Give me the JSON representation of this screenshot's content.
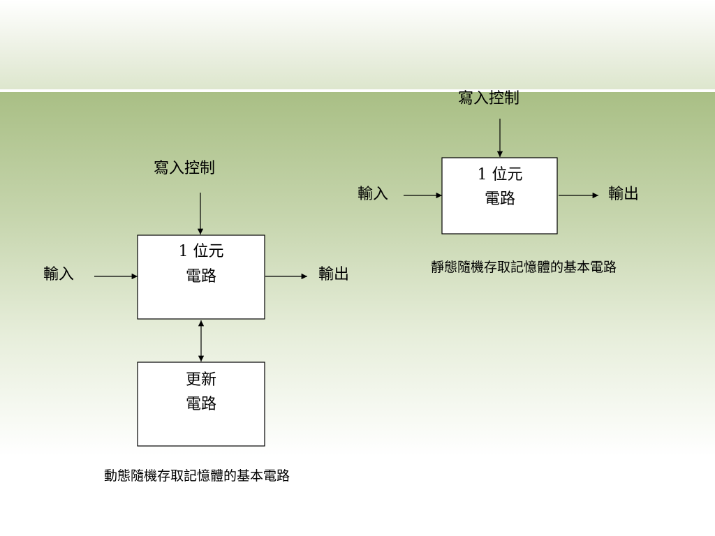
{
  "dram": {
    "write_control": "寫入控制",
    "input": "輸入",
    "output": "輸出",
    "cell_line1": "1 位元",
    "cell_line2": "電路",
    "refresh_line1": "更新",
    "refresh_line2": "電路",
    "caption": "動態隨機存取記憶體的基本電路"
  },
  "sram": {
    "write_control": "寫入控制",
    "input": "輸入",
    "output": "輸出",
    "cell_line1": "1 位元",
    "cell_line2": "電路",
    "caption": "靜態隨機存取記憶體的基本電路"
  }
}
